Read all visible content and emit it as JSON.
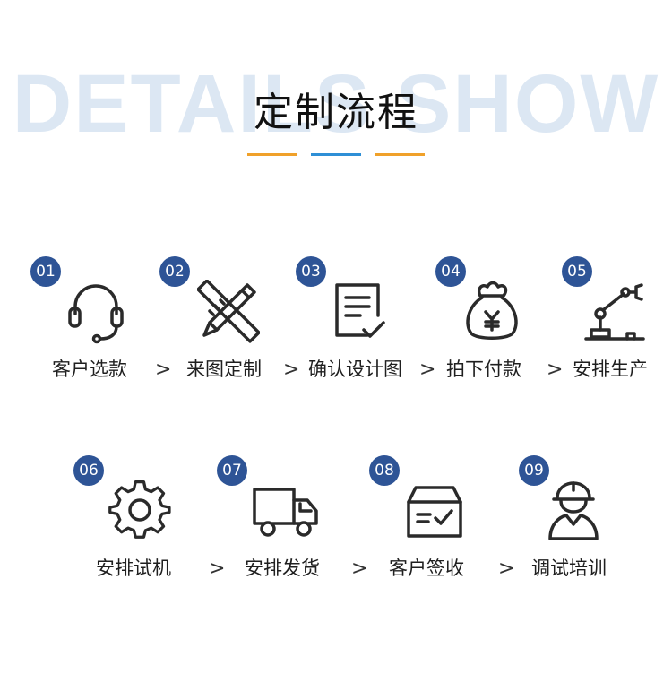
{
  "header": {
    "background_text": "DETAILS SHOW",
    "title": "定制流程",
    "underline_colors": [
      "#f0a12a",
      "#2e8fd6",
      "#f0a12a"
    ]
  },
  "steps": [
    {
      "number": "01",
      "label": "客户选款",
      "icon": "headset-icon"
    },
    {
      "number": "02",
      "label": "来图定制",
      "icon": "pencil-ruler-icon"
    },
    {
      "number": "03",
      "label": "确认设计图",
      "icon": "document-check-icon"
    },
    {
      "number": "04",
      "label": "拍下付款",
      "icon": "money-bag-icon"
    },
    {
      "number": "05",
      "label": "安排生产",
      "icon": "robot-arm-icon"
    },
    {
      "number": "06",
      "label": "安排试机",
      "icon": "gear-icon"
    },
    {
      "number": "07",
      "label": "安排发货",
      "icon": "truck-icon"
    },
    {
      "number": "08",
      "label": "客户签收",
      "icon": "package-check-icon"
    },
    {
      "number": "09",
      "label": "调试培训",
      "icon": "worker-helmet-icon"
    }
  ],
  "arrow_glyph": ">",
  "colors": {
    "badge": "#2e5496",
    "icon_stroke": "#2a2a2a"
  }
}
